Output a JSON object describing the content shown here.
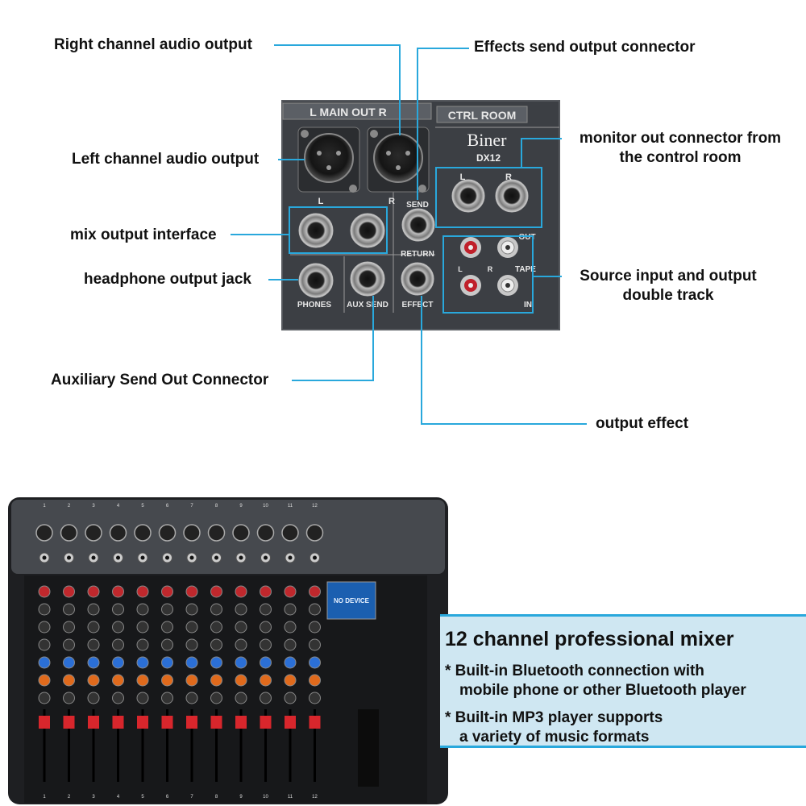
{
  "callouts": {
    "right_channel": "Right channel audio output",
    "effects_send": "Effects send output connector",
    "left_channel": "Left channel audio output",
    "monitor_out": [
      "monitor out connector from",
      "the control room"
    ],
    "mix_output": "mix output interface",
    "headphone": "headphone output jack",
    "source_io": [
      "Source input and output",
      "double track"
    ],
    "aux_send": "Auxiliary Send Out Connector",
    "output_effect": "output effect"
  },
  "panel": {
    "main_out": "L  MAIN OUT  R",
    "ctrl_room": "CTRL ROOM",
    "brand": "Biner",
    "model": "DX12",
    "l": "L",
    "r": "R",
    "send": "SEND",
    "return": "RETURN",
    "phones": "PHONES",
    "aux_send": "AUX SEND",
    "effect": "EFFECT",
    "out": "OUT",
    "tape": "TAPE",
    "in": "IN"
  },
  "mixer": {
    "display": "NO DEVICE",
    "channels": [
      "1",
      "2",
      "3",
      "4",
      "5",
      "6",
      "7",
      "8",
      "9",
      "10",
      "11",
      "12"
    ]
  },
  "info": {
    "title": "12 channel professional mixer",
    "items": [
      [
        "* Built-in Bluetooth connection with",
        "mobile phone or other Bluetooth player"
      ],
      [
        "* Built-in MP3 player supports",
        "a variety of music formats"
      ]
    ]
  },
  "colors": {
    "callout_line": "#29a8dc",
    "panel": "#3b3e42",
    "info_bg": "#cfe7f2"
  }
}
